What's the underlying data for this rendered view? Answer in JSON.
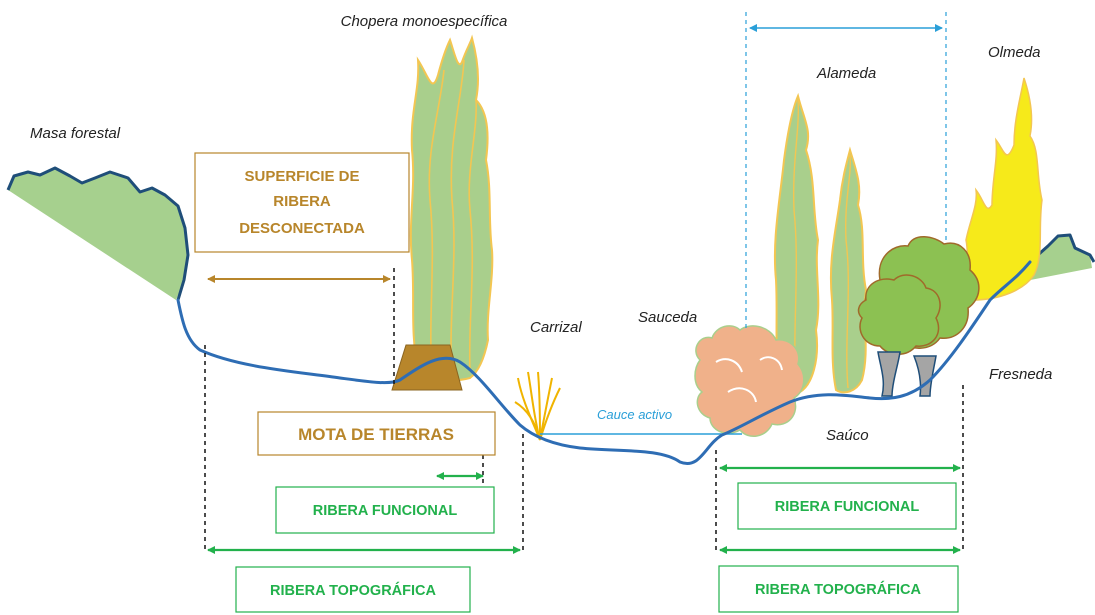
{
  "labels": {
    "masa_forestal": "Masa forestal",
    "chopera": "Chopera monoespecífica",
    "carrizal": "Carrizal",
    "sauceda": "Sauceda",
    "alameda": "Alameda",
    "olmeda": "Olmeda",
    "fresneda": "Fresneda",
    "sauco": "Saúco",
    "cauce_activo": "Cauce activo"
  },
  "boxes": {
    "superficie_line1": "SUPERFICIE DE",
    "superficie_line2": "RIBERA",
    "superficie_line3": "DESCONECTADA",
    "mota": "MOTA DE TIERRAS",
    "ribera_funcional_left": "RIBERA FUNCIONAL",
    "ribera_topografica_left": "RIBERA TOPOGRÁFICA",
    "ribera_funcional_right": "RIBERA FUNCIONAL",
    "ribera_topografica_right": "RIBERA TOPOGRÁFICA"
  },
  "colors": {
    "ground_line": "#2e6db4",
    "gold": "#b8862b",
    "green_text": "#22b14c",
    "blue_water": "#2a9fd8",
    "forest_fill": "#a6d08e",
    "poplar_fill": "#a9cf8c",
    "poplar_stroke": "#f3c652",
    "willow_fill": "#f0b18a",
    "elm_fill": "#f6ea1a",
    "ash_fill": "#8cc152",
    "mound_fill": "#b8862b"
  }
}
